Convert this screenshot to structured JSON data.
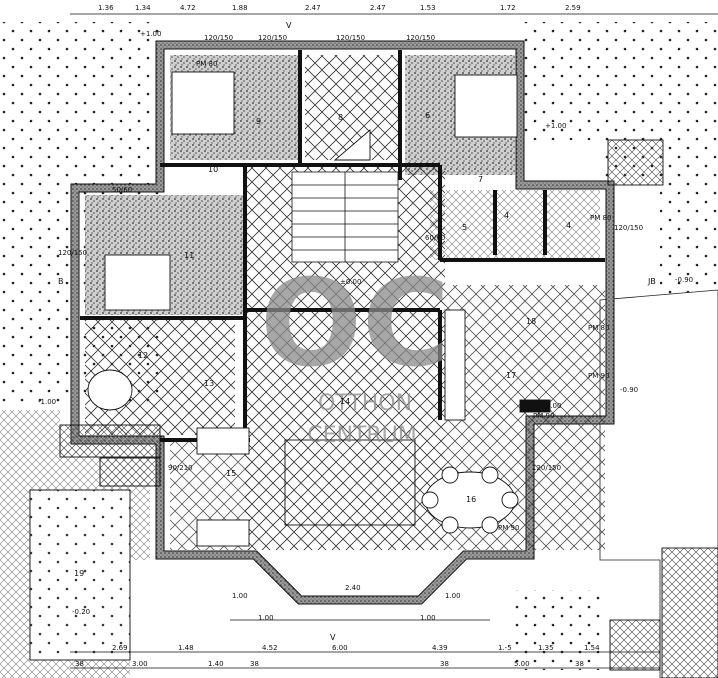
{
  "watermark": {
    "logo": "OC",
    "line1": "OTTHON",
    "line2": "CENTRUM",
    "color": "#8a8a8a"
  },
  "top_dims": [
    "1.36",
    "1.34",
    "4.72",
    "1.88",
    "2.47",
    "2.47",
    "1.53",
    "1.72",
    "2.59"
  ],
  "bottom_dims": [
    "2.69",
    "1.48",
    "4.52",
    "6.00",
    "4.39",
    "1.-5",
    "1.35",
    "1.54"
  ],
  "bottom_dims_row2": [
    "38",
    "3.00",
    "1.40",
    "38",
    "38",
    "5.00",
    "38"
  ],
  "bay_dims": [
    "1.00",
    "1.00",
    "2.40",
    "1.00",
    "1.00"
  ],
  "levels": [
    "+1.00",
    "+1.00",
    "±0.00",
    "-1.00",
    "-0.90",
    "+0.00",
    "-0.20",
    "-0.90"
  ],
  "room_numbers": [
    "9",
    "8",
    "6",
    "10",
    "7",
    "5",
    "4",
    "4",
    "11",
    "12",
    "13",
    "14",
    "15",
    "16",
    "17",
    "18",
    "19"
  ],
  "openings": [
    "PM 80",
    "PM 80",
    "PM 80",
    "PM 90",
    "PM 90",
    "PM 90",
    "120/150",
    "120/150",
    "120/150",
    "120/150",
    "120/150",
    "120/150",
    "120/150",
    "50/60",
    "60/60",
    "90/210"
  ],
  "section_marks": [
    "V",
    "V",
    "JB",
    "B"
  ]
}
